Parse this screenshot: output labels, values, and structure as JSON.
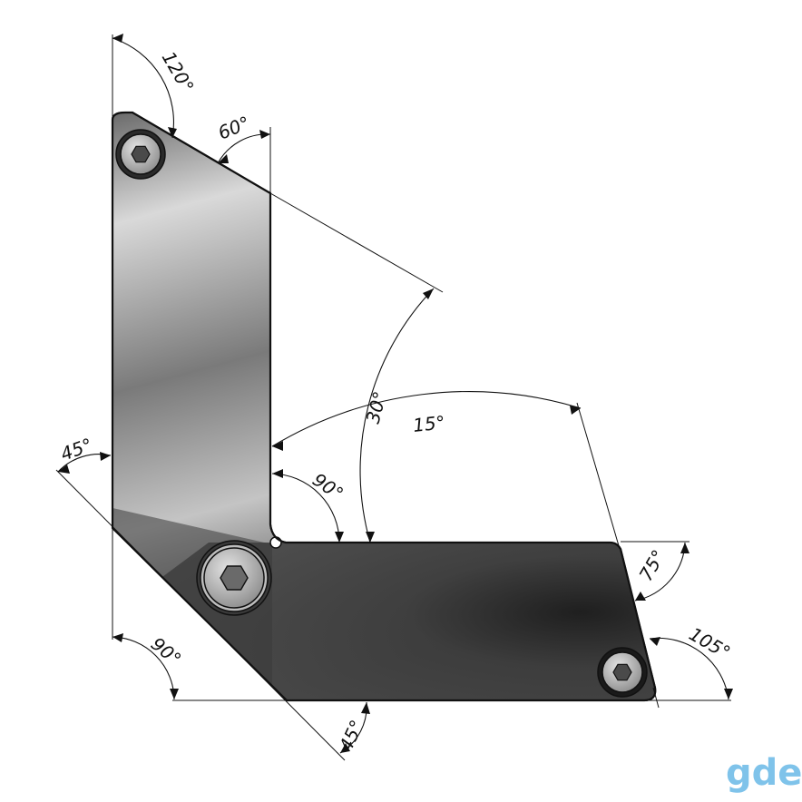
{
  "diagram": {
    "angle_labels": {
      "a120": "120°",
      "a60": "60°",
      "a30": "30°",
      "a15": "15°",
      "a45_left": "45°",
      "a90_inner": "90°",
      "a75": "75°",
      "a105": "105°",
      "a90_bottom": "90°",
      "a45_bottom": "45°"
    },
    "watermark": "gde"
  },
  "colors": {
    "outline": "#111111",
    "watermark": "#7fc3ea",
    "plate_dark": "#2b2b2b",
    "plate_light": "#d8d8d8"
  }
}
